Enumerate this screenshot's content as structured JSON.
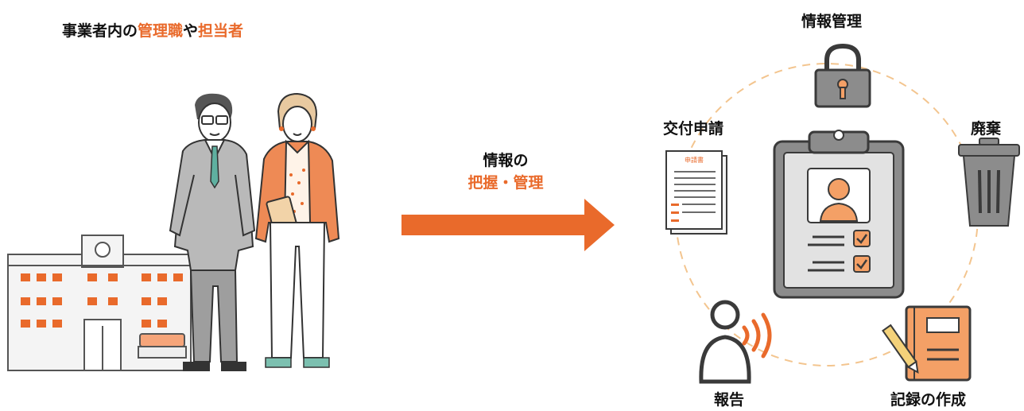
{
  "left_caption": {
    "part1": "事業者内の",
    "part2": "管理職",
    "part3": "や",
    "part4": "担当者"
  },
  "arrow": {
    "line1": "情報の",
    "line2": "把握・管理"
  },
  "cycle": {
    "info_management": "情報管理",
    "issuance_application": "交付申請",
    "disposal": "廃棄",
    "report": "報告",
    "record_creation": "記録の作成"
  },
  "document_icon": {
    "heading": "申請書"
  },
  "colors": {
    "accent": "#e96a2b",
    "dark": "#3a3a3a",
    "gray": "#8a8a8a",
    "light_gray": "#d9d9d9",
    "dash": "#f3c58f"
  }
}
